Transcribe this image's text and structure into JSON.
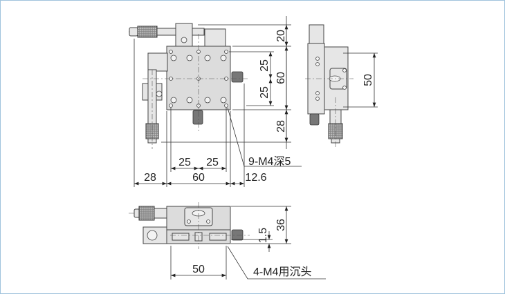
{
  "top_view": {
    "dims": {
      "top": "20",
      "height": "60",
      "bottom": "28",
      "half_upper": "25",
      "half_lower": "25",
      "hole_left": "25",
      "hole_right": "25",
      "left": "28",
      "width": "60",
      "right": "12.6"
    },
    "callout": "9-M4深5"
  },
  "side_view": {
    "dims": {
      "pitch": "50"
    }
  },
  "front_view": {
    "dims": {
      "height": "36",
      "step": "1.5",
      "pitch": "50"
    },
    "callout": "4-M4用沉头"
  },
  "colors": {
    "frame": "#9fc3dc",
    "line": "#333333",
    "part": "#e6e6e6"
  }
}
